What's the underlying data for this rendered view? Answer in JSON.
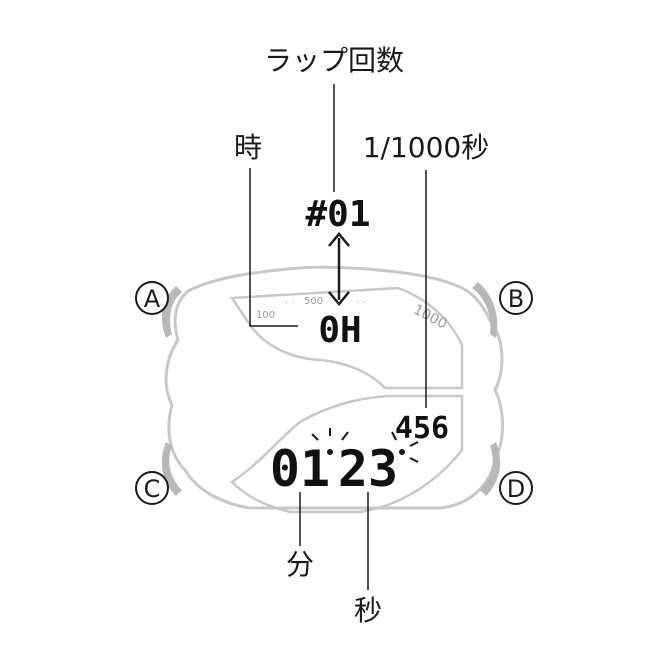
{
  "labels": {
    "lap_count": "ラップ回数",
    "hours": "時",
    "milliseconds": "1/1000秒",
    "minutes": "分",
    "seconds": "秒"
  },
  "display": {
    "lap_number": "#01",
    "hour_value": "0H",
    "minute_value": "01",
    "seconds_value": "23",
    "millis_value": "456"
  },
  "bezel": {
    "tick_100": "100",
    "tick_500": "500",
    "tick_1000": "1000"
  },
  "buttons": {
    "a": "A",
    "b": "B",
    "c": "C",
    "d": "D"
  }
}
